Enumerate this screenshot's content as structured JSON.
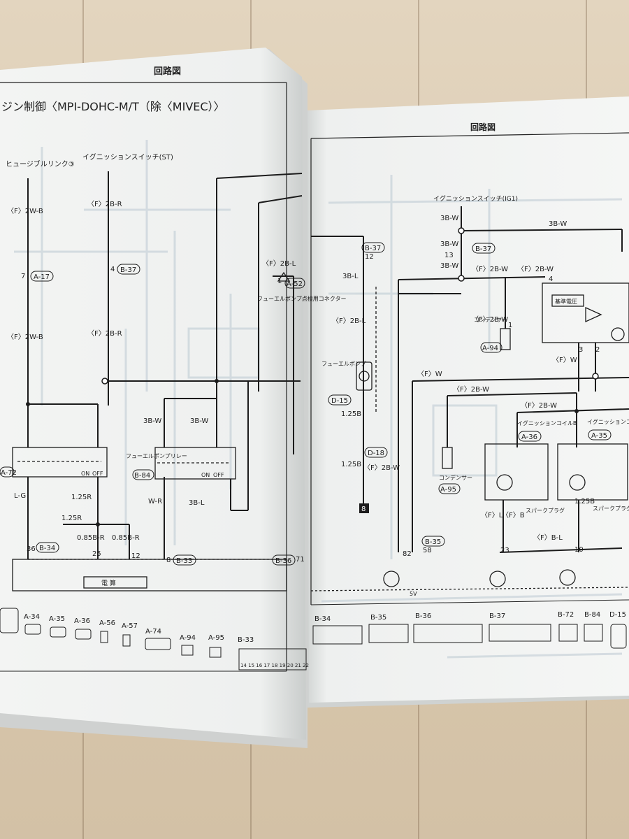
{
  "left_page": {
    "header": "回路図",
    "title": "ジン制御〈MPI-DOHC-M/T（除〈MIVEC）〉",
    "labels": {
      "fusible_link": "ヒュージブルリンク③",
      "ign_switch_st": "イグニッションスイッチ(ST)",
      "f2wb_a": "〈F〉2W-B",
      "f2wb_b": "〈F〉2W-B",
      "f2br": "〈F〉2B-R",
      "f2br_b": "〈F〉2B-R",
      "f2bl": "〈F〉2B-L",
      "fuel_pump_connector": "フューエルポンプ点検用コネクター",
      "fuel_pump_relay": "フューエルポンプリレー",
      "w3bw_a": "3B-W",
      "w3bw_b": "3B-W",
      "lg": "L-G",
      "wr": "W-R",
      "w3bl": "3B-L",
      "w125r_a": "1.25R",
      "w125r_b": "1.25R",
      "w085br_a": "0.85B-R",
      "w085br_b": "0.85B-R",
      "on": "ON",
      "off": "OFF",
      "on2": "ON",
      "off2": "OFF",
      "ecu_label": "電 算",
      "pin_7": "7",
      "pin_4": "4",
      "pin_36": "36",
      "pin_25": "25",
      "pin_12": "12",
      "pin_8": "8",
      "pin_71": "71",
      "pin_1": "1"
    },
    "connectors": [
      "A-17",
      "B-37",
      "A-52",
      "A-72",
      "B-84",
      "B-34",
      "B-33",
      "B-36"
    ],
    "bottom_connectors": [
      "A-34",
      "A-35",
      "A-36",
      "A-56",
      "A-57",
      "A-74",
      "A-94",
      "A-95",
      "B-33"
    ],
    "pin_strip": "14 15 16 17 18 19 20 21 22"
  },
  "right_page": {
    "header": "回路図",
    "labels": {
      "ign_switch_ig1": "イグニッションスイッチ(IG1)",
      "w3bw_1": "3B-W",
      "w3bw_2": "3B-W",
      "w3bw_3": "3B-W",
      "w3bw_top": "3B-W",
      "f2bw_1": "〈F〉2B-W",
      "f2bw_2": "〈F〉2B-W",
      "f2bw_3": "〈F〉2B-W",
      "f2bw_4": "〈F〉2B-W",
      "f2bw_5": "〈F〉2B-W",
      "f2bw_6": "〈F〉2B-W",
      "fw_1": "〈F〉W",
      "fw_2": "〈F〉W",
      "w3bl": "3B-L",
      "f2bl": "〈F〉2B-L",
      "fuel_pump": "フューエルポンプ",
      "w125b_1": "1.25B",
      "w125b_2": "1.25B",
      "w125b_3": "1.25B",
      "condenser_1": "コンデンサー",
      "condenser_2": "コンデンサー",
      "ign_coil_b": "イグニッションコイルB",
      "ign_coil_a": "イグニッションコイルA",
      "spark_plug_1": "スパークプラグ",
      "spark_plug_2": "スパークプラグ",
      "ref_voltage": "基準電圧",
      "fl": "〈F〉L",
      "fb": "〈F〉B",
      "fbl": "〈F〉B-L",
      "v5": "5V",
      "pin_12": "12",
      "pin_13": "13",
      "pin_82": "82",
      "pin_58": "58",
      "pin_23": "23",
      "pin_10": "10",
      "pin_4": "4",
      "pin_3": "3",
      "pin_2": "2",
      "pin_1": "1"
    },
    "connectors": [
      "B-37",
      "D-15",
      "D-18",
      "A-94",
      "A-95",
      "A-36",
      "A-35",
      "B-35"
    ],
    "bottom_connectors": [
      "B-34",
      "B-35",
      "B-36",
      "B-37",
      "B-72",
      "B-84",
      "D-15"
    ]
  },
  "colors": {
    "paper": "#f4f5f4",
    "ink": "#1c1c1c",
    "ghost": "#c7d2d9",
    "floor": "#d8c7ad"
  }
}
